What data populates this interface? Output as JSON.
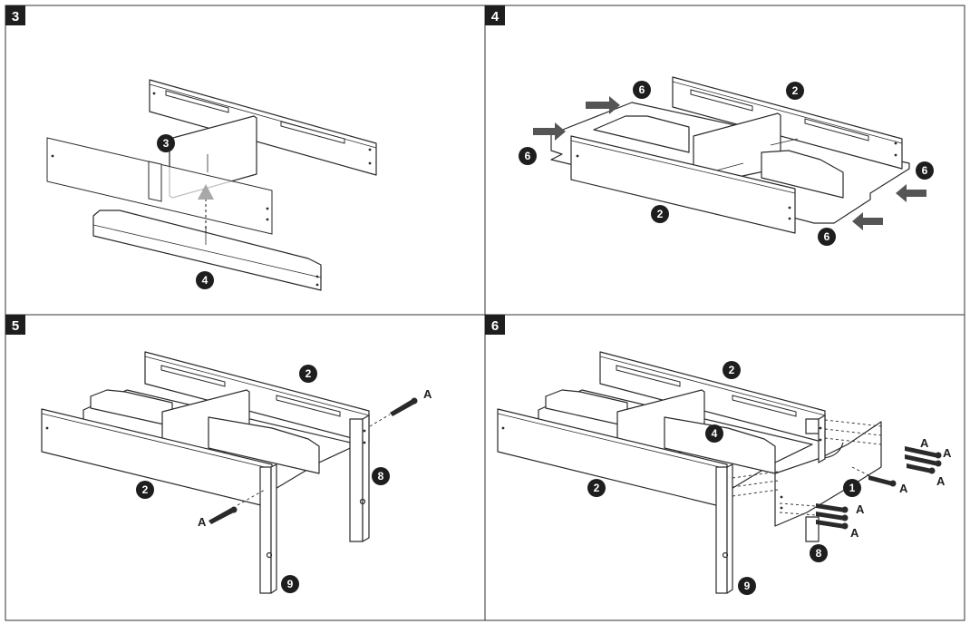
{
  "panels": [
    {
      "step": "3",
      "callouts": [
        "3",
        "4"
      ]
    },
    {
      "step": "4",
      "callouts": [
        "6",
        "2",
        "6",
        "6",
        "2",
        "6"
      ]
    },
    {
      "step": "5",
      "callouts": [
        "2",
        "2",
        "8",
        "9"
      ],
      "letters": [
        "A",
        "A"
      ]
    },
    {
      "step": "6",
      "callouts": [
        "2",
        "4",
        "2",
        "1",
        "8",
        "9"
      ],
      "letters": [
        "A",
        "A",
        "A",
        "A",
        "A",
        "A"
      ]
    }
  ],
  "colors": {
    "ink": "#1e1e1e",
    "frame": "#333333",
    "arrow": "#555555",
    "ghost_arrow": "#a8a8a8"
  },
  "icons": {
    "push_arrow": "push-arrow-icon",
    "lift_arrow": "lift-arrow-icon",
    "fastener": "screw-icon"
  }
}
